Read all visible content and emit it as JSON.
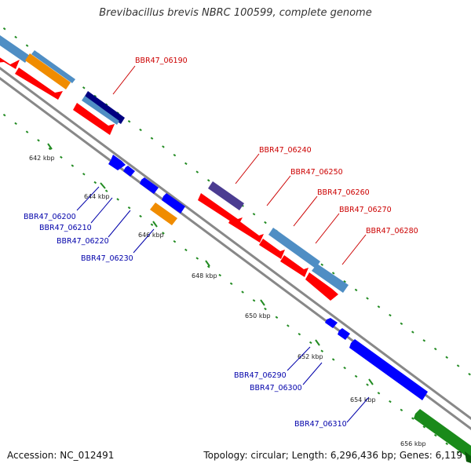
{
  "title": "Brevibacillus brevis NBRC 100599, complete genome",
  "footer": {
    "accession": "Accession: NC_012491",
    "summary": "Topology: circular; Length: 6,296,436 bp; Genes: 6,119"
  },
  "colors": {
    "forward_label": "#cc0000",
    "reverse_label": "#0000aa",
    "red_gene": "#ff0000",
    "blue_gene": "#0000ff",
    "steelblue_gene": "#4f8ec4",
    "orange_gene": "#f08c00",
    "navy_gene": "#000080",
    "purple_gene": "#4b3c91",
    "green_gene": "#1a8a1a",
    "backbone": "#888888",
    "tick": "#228b22"
  },
  "ticks": [
    {
      "label": "642 kbp"
    },
    {
      "label": "644 kbp"
    },
    {
      "label": "646 kbp"
    },
    {
      "label": "648 kbp"
    },
    {
      "label": "650 kbp"
    },
    {
      "label": "652 kbp"
    },
    {
      "label": "654 kbp"
    },
    {
      "label": "656 kbp"
    }
  ],
  "labels_forward": [
    {
      "text": "BBR47_06190"
    },
    {
      "text": "BBR47_06240"
    },
    {
      "text": "BBR47_06250"
    },
    {
      "text": "BBR47_06260"
    },
    {
      "text": "BBR47_06270"
    },
    {
      "text": "BBR47_06280"
    }
  ],
  "labels_reverse": [
    {
      "text": "BBR47_06200"
    },
    {
      "text": "BBR47_06210"
    },
    {
      "text": "BBR47_06220"
    },
    {
      "text": "BBR47_06230"
    },
    {
      "text": "BBR47_06290"
    },
    {
      "text": "BBR47_06300"
    },
    {
      "text": "BBR47_06310"
    }
  ]
}
